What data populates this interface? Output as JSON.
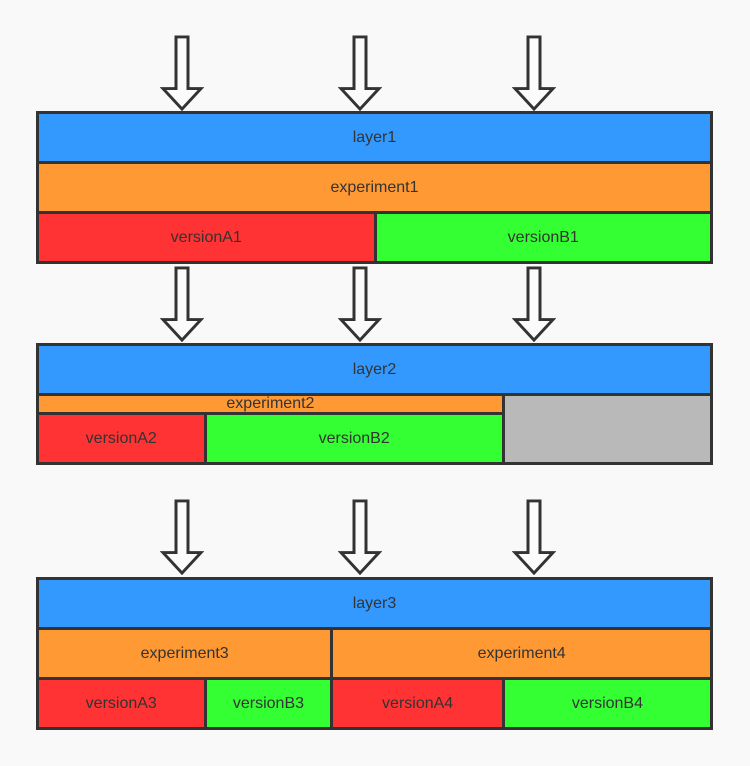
{
  "diagram": {
    "kind": "layered-experiment-traffic-diagram",
    "arrow_icon": "down-arrow-icon"
  },
  "colors": {
    "page_bg": "#f9f9f9",
    "border": "#333333",
    "text": "#333333",
    "layer_color": "#3399ff",
    "experiment_color": "#ff9933",
    "version_a_color": "#ff3333",
    "version_b_color": "#33ff33",
    "unused_color": "#b9b9b9",
    "arrow_fill": "#fbfbfb",
    "arrow_outline": "#333333"
  },
  "groups": [
    {
      "layer_label": "layer1",
      "experiments": [
        {
          "label": "experiment1",
          "versions": [
            {
              "label": "versionA1"
            },
            {
              "label": "versionB1"
            }
          ]
        }
      ]
    },
    {
      "layer_label": "layer2",
      "experiments": [
        {
          "label": "experiment2",
          "versions": [
            {
              "label": "versionA2"
            },
            {
              "label": "versionB2"
            }
          ]
        }
      ],
      "unused_label": ""
    },
    {
      "layer_label": "layer3",
      "experiments": [
        {
          "label": "experiment3",
          "versions": [
            {
              "label": "versionA3"
            },
            {
              "label": "versionB3"
            }
          ]
        },
        {
          "label": "experiment4",
          "versions": [
            {
              "label": "versionA4"
            },
            {
              "label": "versionB4"
            }
          ]
        }
      ]
    }
  ]
}
